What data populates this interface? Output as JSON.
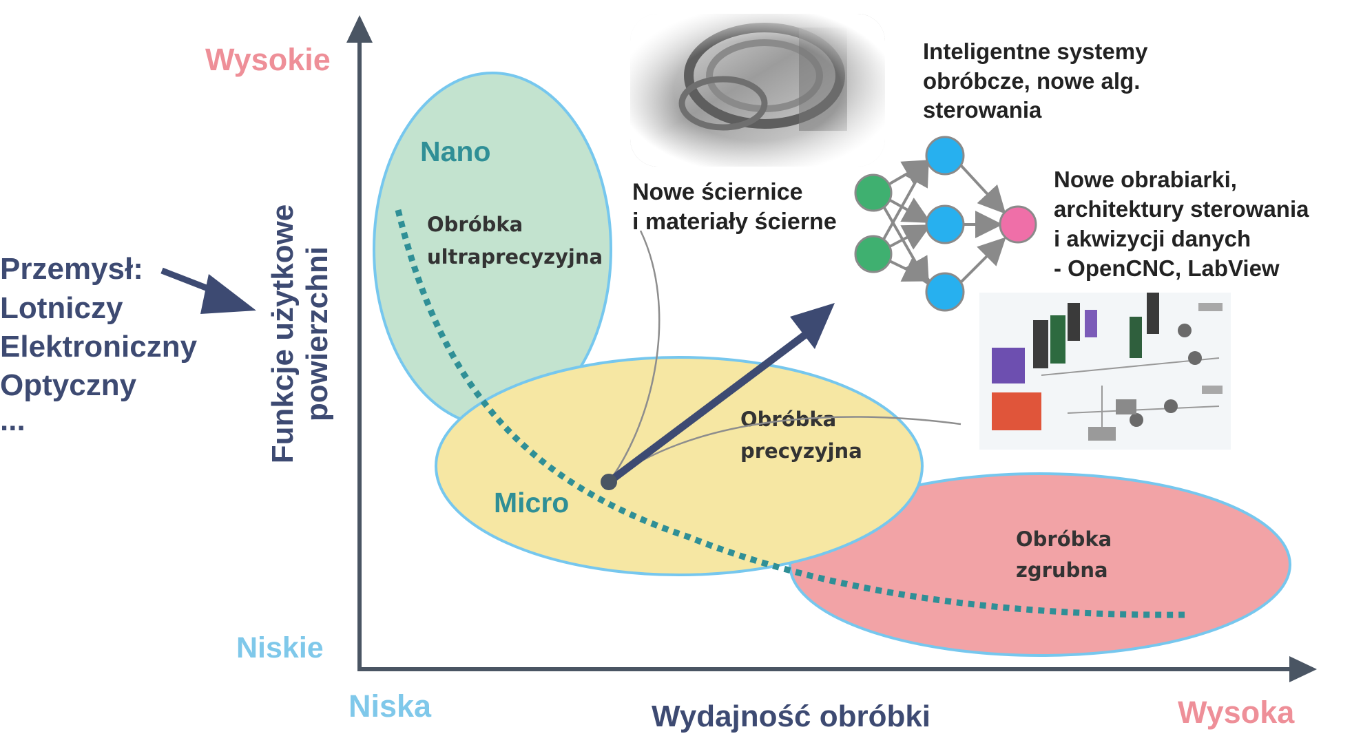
{
  "axes": {
    "y_title_line1": "Funkcje użytkowe",
    "y_title_line2": "powierzchni",
    "y_high": "Wysokie",
    "y_low": "Niskie",
    "x_title": "Wydajność obróbki",
    "x_low": "Niska",
    "x_high": "Wysoka"
  },
  "industry": {
    "heading": "Przemysł:",
    "items": [
      "Lotniczy",
      "Elektroniczny",
      "Optyczny",
      "..."
    ]
  },
  "regions": {
    "nano": {
      "name": "Nano",
      "label_line1": "Obróbka",
      "label_line2": "ultraprecyzyjna",
      "color": "#c3e3cf"
    },
    "micro": {
      "name": "Micro",
      "label_line1": "Obróbka",
      "label_line2": "precyzyjna",
      "color": "#f6e7a3"
    },
    "rough": {
      "label_line1": "Obróbka",
      "label_line2": "zgrubna",
      "color": "#f2a3a6"
    }
  },
  "annotations": {
    "abrasives_line1": "Nowe ściernice",
    "abrasives_line2": "i materiały ścierne",
    "intelligent_line1": "Inteligentne systemy",
    "intelligent_line2": "obróbcze, nowe alg.",
    "intelligent_line3": "sterowania",
    "machines_line1": "Nowe obrabiarki,",
    "machines_line2": "architektury sterowania",
    "machines_line3": "i akwizycji danych",
    "machines_line4": "- OpenCNC, LabView"
  },
  "colors": {
    "axis": "#4a5563",
    "navy": "#3d4a72",
    "teal": "#2f8f96",
    "light_blue": "#7fc8ea",
    "pink": "#ee8f98",
    "ellipse_stroke": "#76c7ee",
    "nn_input": "#3fb070",
    "nn_hidden": "#27b0ef",
    "nn_output": "#ef6fa8"
  }
}
